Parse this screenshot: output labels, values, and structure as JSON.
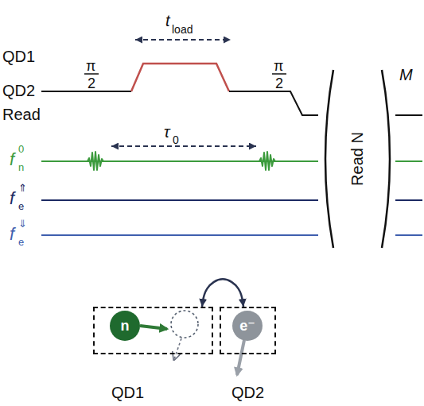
{
  "diagram": {
    "nodes": [
      {
        "text": [
          "QD1"
        ]
      },
      {
        "text": [
          "n"
        ],
        "in": 0
      },
      {
        "text": [
          "QD2"
        ]
      },
      {
        "text": [
          "e⁻"
        ],
        "in": 2
      }
    ],
    "edges": [
      {
        "from": 0,
        "to": 2,
        "arrow": "both"
      }
    ],
    "labels": [
      "t",
      "load",
      "QD1",
      "QD2",
      "Read",
      "π",
      "2",
      "π",
      "2",
      "τ",
      "0",
      "f",
      "0",
      "n",
      "f",
      "⇑",
      "e",
      "f",
      "⇓",
      "e",
      "Read N",
      "M"
    ]
  }
}
